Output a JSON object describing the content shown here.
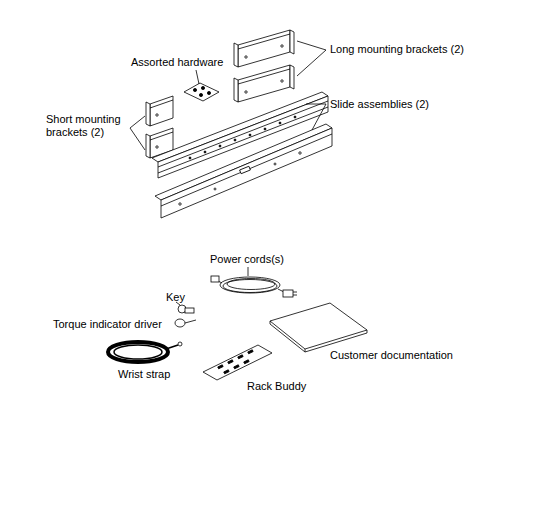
{
  "diagram": {
    "labels": [
      "Assorted hardware",
      "Long mounting brackets (2)",
      "Short mounting brackets (2)",
      "Slide assemblies (2)",
      "Power cords(s)",
      "Key",
      "Torque indicator driver",
      "Customer documentation",
      "Wrist strap",
      "Rack Buddy"
    ]
  }
}
